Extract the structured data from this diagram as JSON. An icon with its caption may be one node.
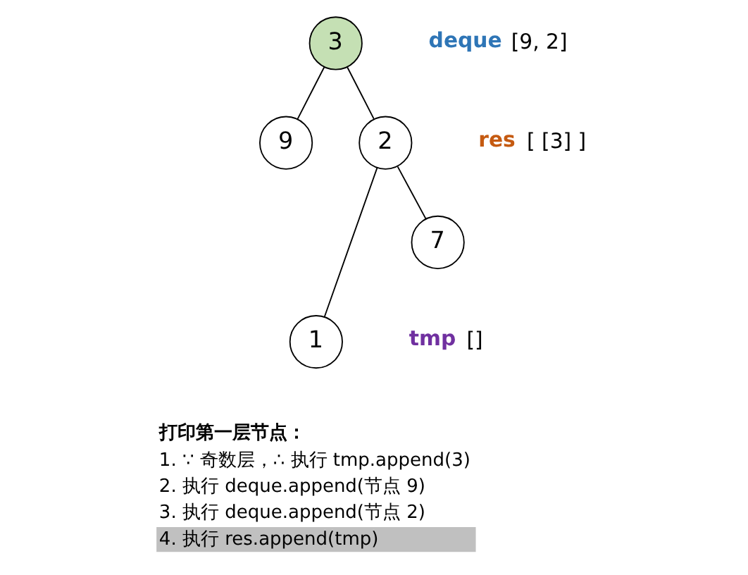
{
  "diagram": {
    "nodes": [
      {
        "text": [
          "3"
        ]
      },
      {
        "text": [
          "9"
        ]
      },
      {
        "text": [
          "2"
        ]
      },
      {
        "text": [
          "1"
        ]
      },
      {
        "text": [
          "7"
        ]
      }
    ],
    "edges": [
      {
        "from": 0,
        "to": 1,
        "arrow": "none"
      },
      {
        "from": 0,
        "to": 2,
        "arrow": "none"
      },
      {
        "from": 2,
        "to": 3,
        "arrow": "none"
      },
      {
        "from": 2,
        "to": 4,
        "arrow": "none"
      }
    ],
    "labels": [
      "deque",
      "[9, 2]",
      "res",
      "[ [3] ]",
      "tmp",
      "[]",
      "打印第一层节点：",
      "1. ∵ 奇数层，∴ 执行 tmp.append(3)",
      "2. 执行 deque.append(节点 9)",
      "3. 执行 deque.append(节点 2)",
      "4. 执行 res.append(tmp)"
    ]
  }
}
